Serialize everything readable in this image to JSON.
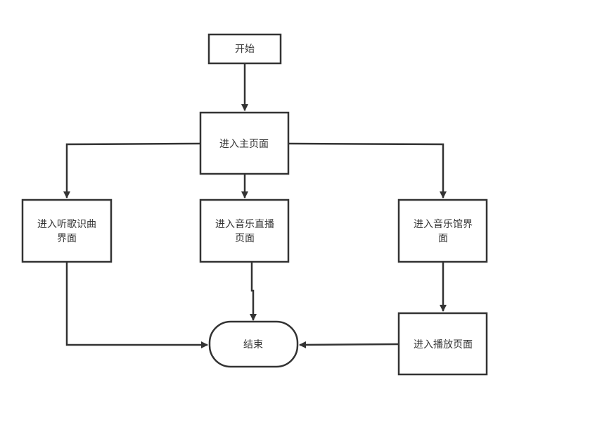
{
  "nodes": {
    "start": "开始",
    "main": "进入主页面",
    "listen_line1": "进入听歌识曲",
    "listen_line2": "界面",
    "live_line1": "进入音乐直播",
    "live_line2": "页面",
    "hall_line1": "进入音乐馆界",
    "hall_line2": "面",
    "play": "进入播放页面",
    "end": "结束"
  }
}
